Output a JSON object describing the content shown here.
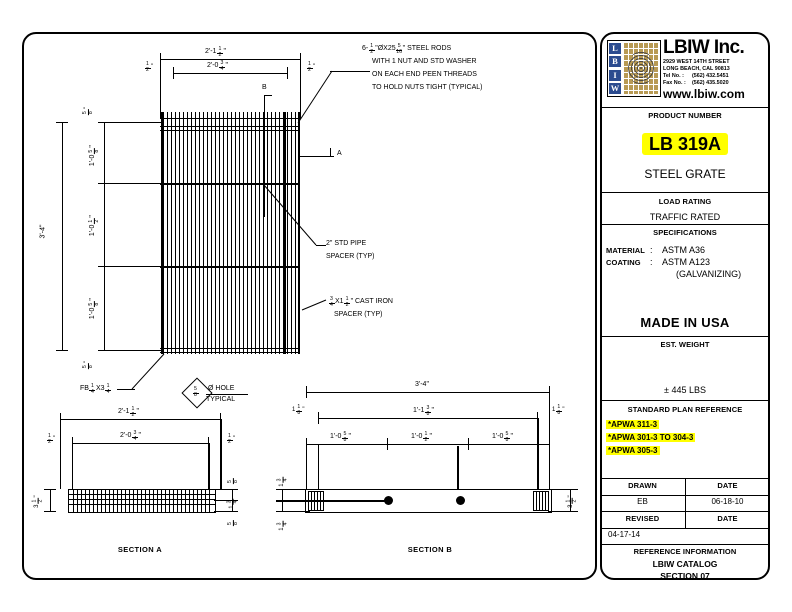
{
  "title_block": {
    "company": {
      "name": "LBIW Inc.",
      "address1": "2929 WEST 14TH STREET",
      "address2": "LONG BEACH, CAL 90813",
      "tel_label": "Tel No. :",
      "tel": "(562) 432.5451",
      "fax_label": "Fax No. :",
      "fax": "(562) 435.5020",
      "website": "www.lbiw.com",
      "logo_letters": [
        "L",
        "B",
        "I",
        "W"
      ]
    },
    "product_number_label": "PRODUCT NUMBER",
    "product_number": "LB 319A",
    "product_name": "STEEL GRATE",
    "load_rating_label": "LOAD RATING",
    "load_rating": "TRAFFIC RATED",
    "specifications_label": "SPECIFICATIONS",
    "spec_rows": [
      {
        "key": "MATERIAL",
        "sep": ":",
        "value": "ASTM A36"
      },
      {
        "key": "COATING",
        "sep": ":",
        "value": "ASTM A123"
      }
    ],
    "spec_note": "(GALVANIZING)",
    "made_in": "MADE IN USA",
    "weight_label": "EST. WEIGHT",
    "weight_value": "± 445 LBS",
    "std_plan_label": "STANDARD PLAN REFERENCE",
    "std_plan_refs": [
      "*APWA 311-3",
      "*APWA 301-3 TO 304-3",
      "*APWA 305-3"
    ],
    "table": {
      "drawn_label": "DRAWN",
      "drawn_value": "EB",
      "date_label_1": "DATE",
      "date_value_1": "06-18-10",
      "revised_label": "REVISED",
      "revised_value": "04-17-14",
      "date_label_2": "DATE"
    },
    "reference_label": "REFERENCE INFORMATION",
    "reference_line1": "LBIW CATALOG",
    "reference_line2": "SECTION 07"
  },
  "callouts": {
    "rods_line1_a": "6-",
    "rods_line1_b": "ØX25",
    "rods_line1_c": " STEEL RODS",
    "rods_line2": "WITH 1 NUT AND STD WASHER",
    "rods_line3": "ON EACH END PEEN THREADS",
    "rods_line4": "TO HOLD NUTS TIGHT (TYPICAL)",
    "pipe_spacer_line1": "2\" STD PIPE",
    "pipe_spacer_line2": "SPACER (TYP)",
    "cast_iron_line1_a": "X1",
    "cast_iron_line1_b": "\" CAST IRON",
    "cast_iron_line2": "SPACER (TYP)",
    "flat_bar": "FB",
    "flat_bar_x": "X3",
    "hole_line1": "Ø HOLE",
    "hole_line2": "TYPICAL",
    "section_mark_a": "A",
    "section_mark_b": "B"
  },
  "dimensions": {
    "plan_top_outer": "2'-1",
    "plan_top_inner": "2'-0",
    "plan_left_overall": "3'-4\"",
    "plan_left_seg1": "1'-0",
    "plan_left_seg2": "1'-0",
    "plan_left_seg3": "1'-0",
    "plan_edge_top": "",
    "plan_edge_bot": "",
    "secA_outer": "2'-1",
    "secA_inner": "2'-0",
    "secB_overall": "3'-4\"",
    "secB_inner": "1'-1",
    "secB_s1": "1'-0",
    "secB_s2": "1'-0",
    "secB_s3": "1'-0"
  },
  "labels": {
    "section_a": "SECTION A",
    "section_b": "SECTION B"
  },
  "colors": {
    "highlight": "#ffff00",
    "logo_blue": "#2b4b8f",
    "logo_gold": "#b89a54",
    "line": "#000000"
  }
}
